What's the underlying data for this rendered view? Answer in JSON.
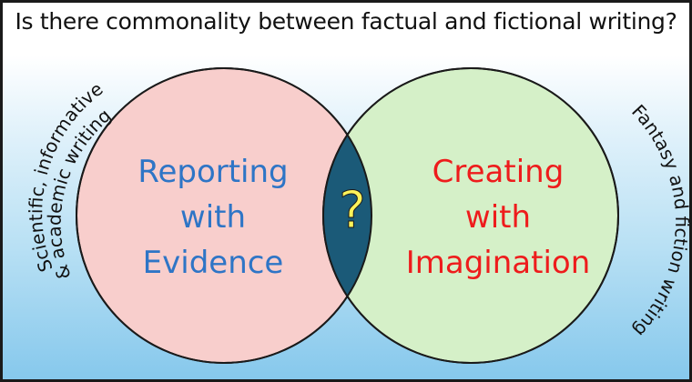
{
  "title": "Is there commonality between factual and fictional writing?",
  "left_circle": {
    "lines": [
      "Reporting",
      "with",
      "Evidence"
    ],
    "fill": "#f8cecc",
    "text_color": "#2e75c6"
  },
  "right_circle": {
    "lines": [
      "Creating",
      "with",
      "Imagination"
    ],
    "fill": "#d5f0c8",
    "text_color": "#ee1c1c"
  },
  "overlap": {
    "label": "?",
    "fill": "#1b5a78",
    "text_color": "#fff35a"
  },
  "left_side_label": {
    "line1": "Scientific, informative",
    "line2": "& academic writing"
  },
  "right_side_label": {
    "text": "Fantasy and fiction writing"
  }
}
